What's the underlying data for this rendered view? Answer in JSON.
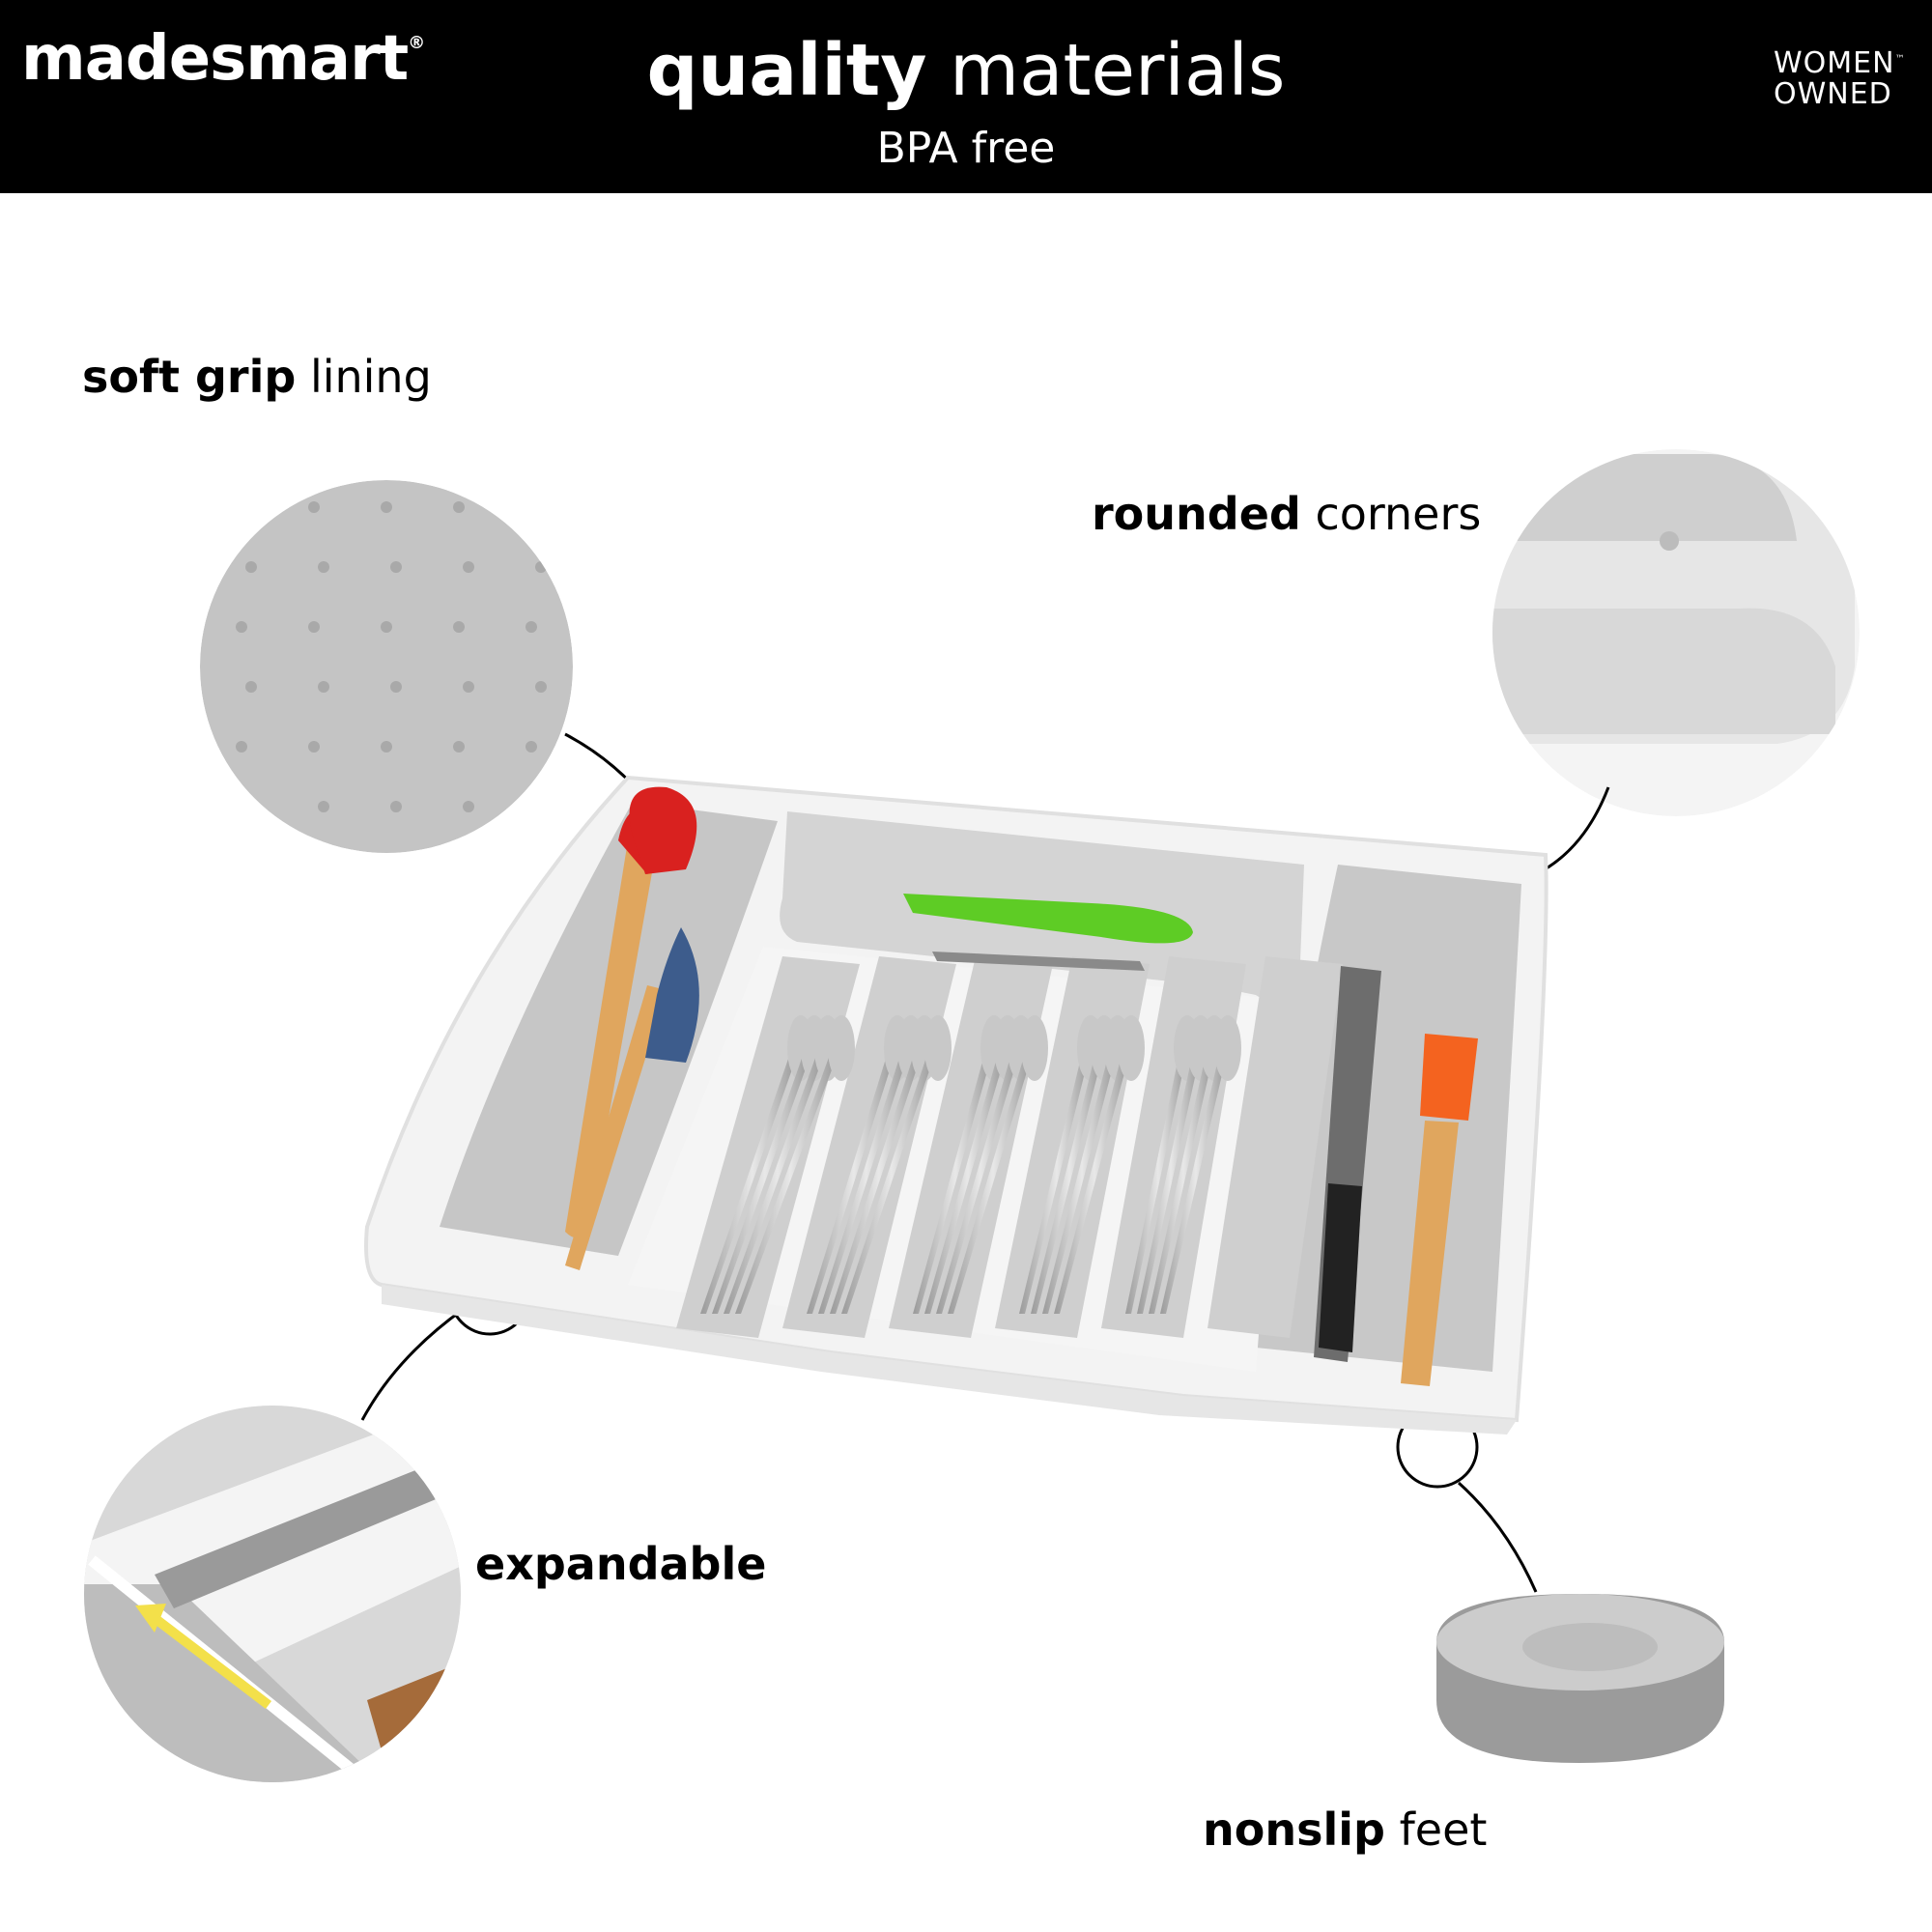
{
  "header": {
    "brand": "madesmart",
    "brand_mark": "®",
    "headline_bold": "quality",
    "headline_rest": "materials",
    "subline": "BPA free",
    "badge_line1": "WOMEN",
    "badge_line2": "OWNED",
    "badge_mark": "™"
  },
  "features": {
    "grip": {
      "bold": "soft grip",
      "rest": "lining"
    },
    "corners": {
      "bold": "rounded",
      "rest": "corners"
    },
    "expand": {
      "bold": "expandable",
      "rest": ""
    },
    "feet": {
      "bold": "nonslip",
      "rest": "feet"
    }
  },
  "colors": {
    "banner": "#000000",
    "tray": "#f2f2f2",
    "lining": "#b9b9b9",
    "spoon_red": "#d9211f",
    "spatula_blue": "#3d5c8c",
    "peeler_green": "#5ecc25",
    "brush_orange": "#f4631f",
    "wood": "#e0a65e",
    "arrow_yellow": "#f3e04a"
  }
}
